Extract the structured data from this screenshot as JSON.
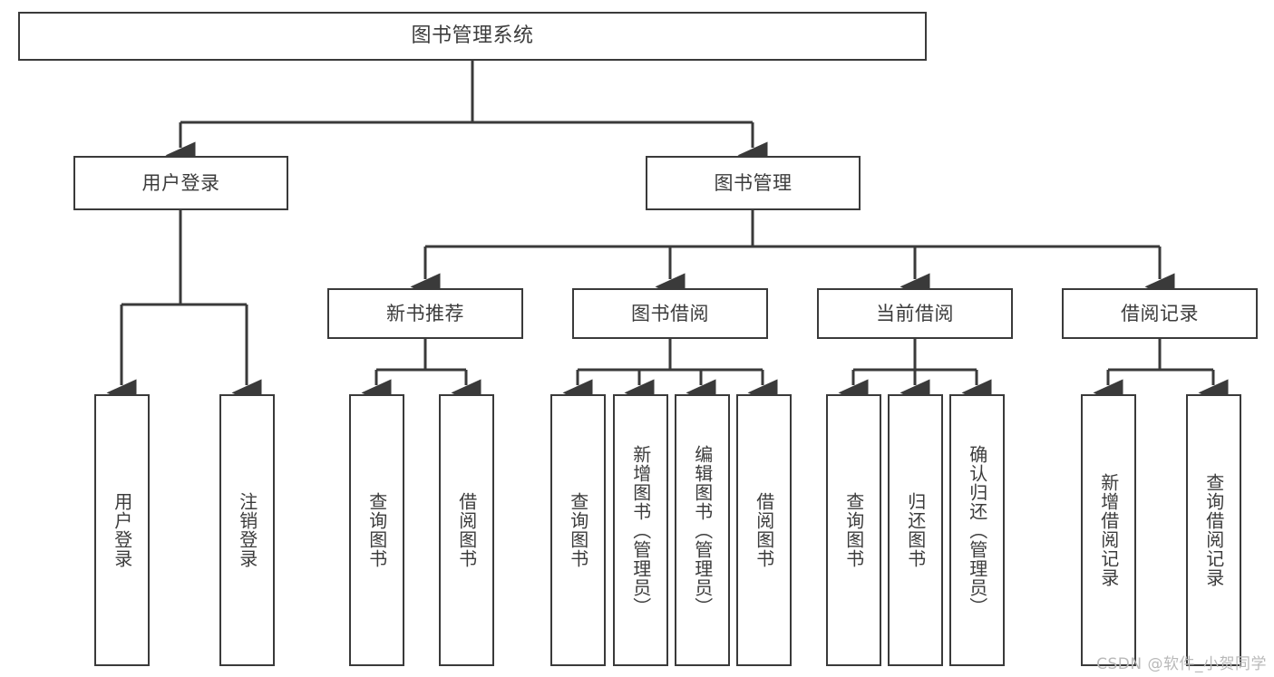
{
  "diagram": {
    "title": "图书管理系统",
    "type": "function-structure-tree",
    "stroke_color": "#3a3a3a",
    "text_color": "#3c3c3c",
    "background_color": "#ffffff",
    "nodes": {
      "root": {
        "label": "图书管理系统"
      },
      "user_login": {
        "label": "用户登录"
      },
      "book_manage": {
        "label": "图书管理"
      },
      "new_book_rec": {
        "label": "新书推荐"
      },
      "book_borrow": {
        "label": "图书借阅"
      },
      "current_borrow": {
        "label": "当前借阅"
      },
      "borrow_record": {
        "label": "借阅记录"
      },
      "leaf_user_login": {
        "label": "用户登录"
      },
      "leaf_logout": {
        "label": "注销登录"
      },
      "leaf_query_book_1": {
        "label": "查询图书"
      },
      "leaf_borrow_book_1": {
        "label": "借阅图书"
      },
      "leaf_query_book_2": {
        "label": "查询图书"
      },
      "leaf_add_book": {
        "label": "新增图书（管理员）"
      },
      "leaf_edit_book": {
        "label": "编辑图书（管理员）"
      },
      "leaf_borrow_book_2": {
        "label": "借阅图书"
      },
      "leaf_query_book_3": {
        "label": "查询图书"
      },
      "leaf_return_book": {
        "label": "归还图书"
      },
      "leaf_confirm_return": {
        "label": "确认归还（管理员）"
      },
      "leaf_add_record": {
        "label": "新增借阅记录"
      },
      "leaf_query_record": {
        "label": "查询借阅记录"
      }
    }
  },
  "watermark": {
    "text": "CSDN @软件_小贺同学"
  }
}
